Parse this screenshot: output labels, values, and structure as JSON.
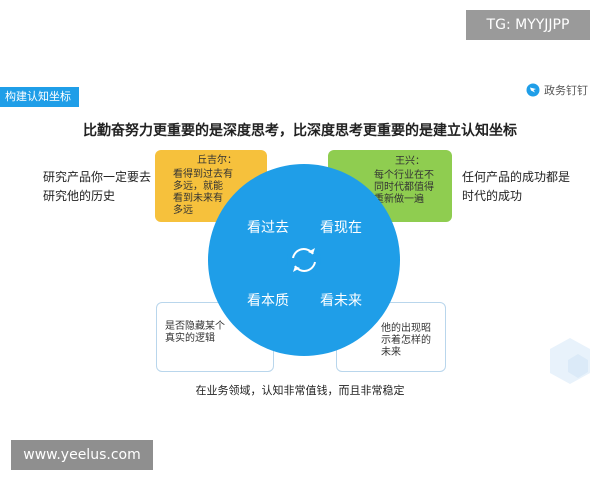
{
  "watermark": {
    "tg": "TG: MYYJJPP",
    "url": "www.yeelus.com"
  },
  "section_tag": "构建认知坐标",
  "brand": {
    "name": "政务钉钉",
    "icon": "dingtalk-logo-icon",
    "color": "#1f9ee8"
  },
  "headline": "比勤奋努力更重要的是深度思考，比深度思考更重要的是建立认知坐标",
  "side_left": [
    "研究产品你一定要去",
    "研究他的历史"
  ],
  "side_right": [
    "任何产品的成功都是",
    "时代的成功"
  ],
  "notes": {
    "top_left": {
      "title": "丘吉尔：",
      "lines": [
        "看得到过去有",
        "多远，就能",
        "看到未来有",
        "多远"
      ]
    },
    "top_right": {
      "title": "王兴：",
      "lines": [
        "每个行业在不",
        "同时代都值得",
        "重新做一遍"
      ]
    },
    "bottom_left": {
      "lines": [
        "是否隐藏某个",
        "真实的逻辑"
      ]
    },
    "bottom_right": {
      "lines": [
        "他的出现昭",
        "示着怎样的",
        "未来"
      ]
    }
  },
  "quadrants": {
    "past": "看过去",
    "present": "看现在",
    "essence": "看本质",
    "future": "看未来"
  },
  "footer": "在业务领域，认知非常值钱，而且非常稳定",
  "colors": {
    "circle": "#1f9ee8",
    "note_yellow": "#f6c13c",
    "note_green": "#8fcd50"
  }
}
